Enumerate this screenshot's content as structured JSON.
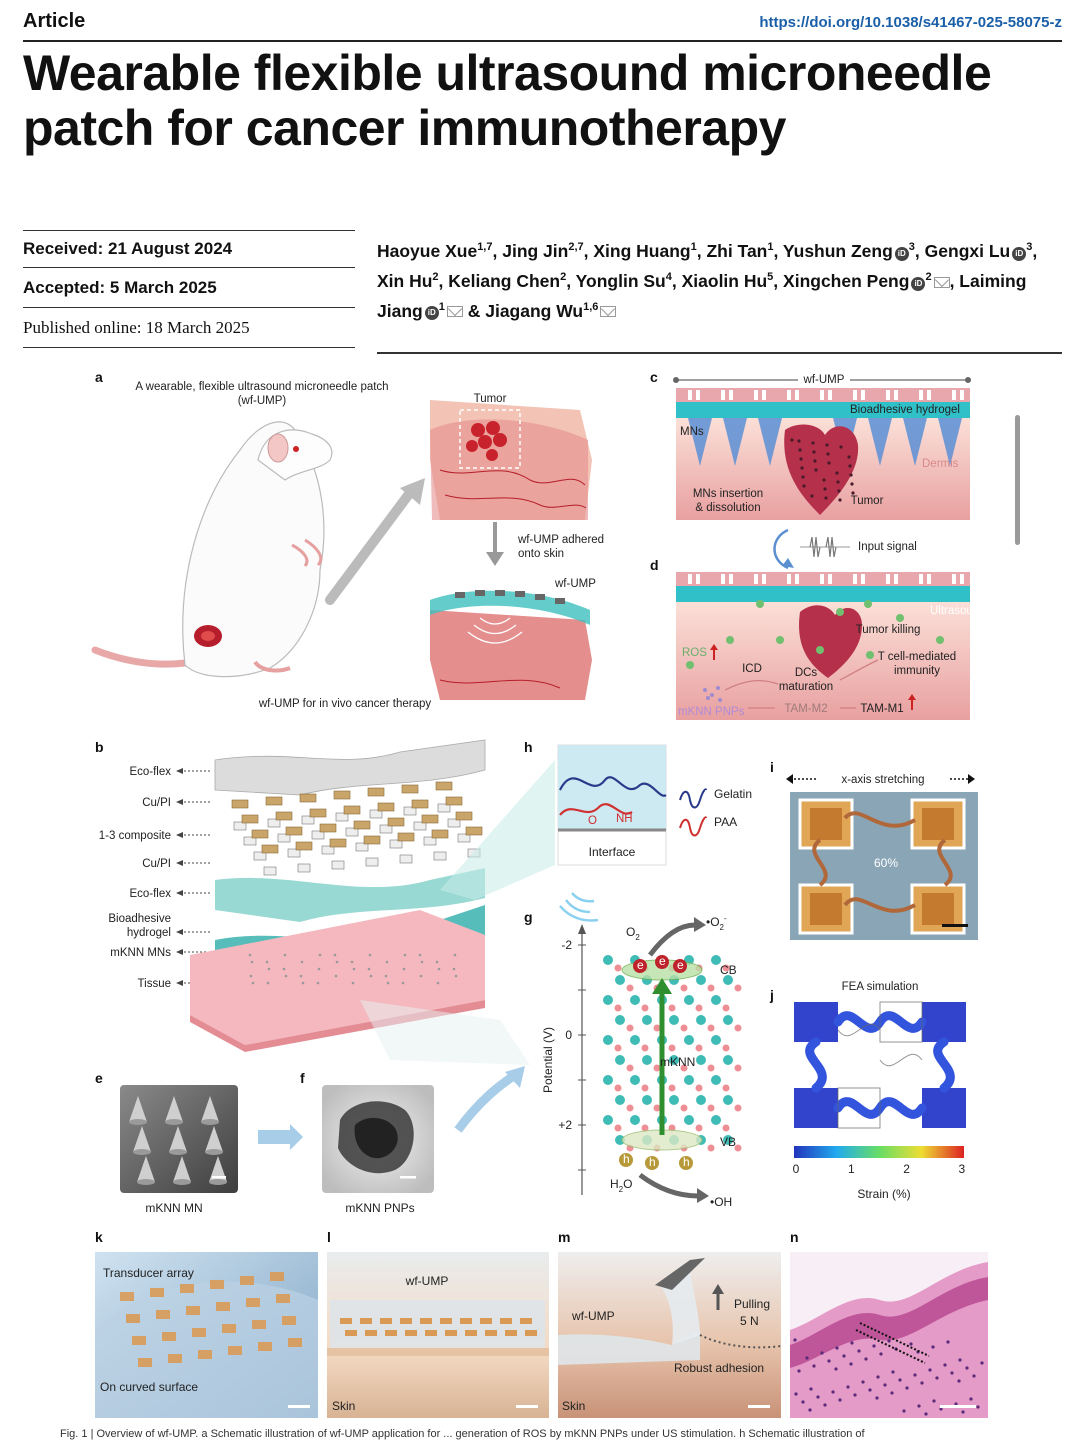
{
  "header": {
    "section": "Article",
    "doi": "https://doi.org/10.1038/s41467-025-58075-z"
  },
  "title": "Wearable flexible ultrasound microneedle patch for cancer immunotherapy",
  "dates": {
    "received": "Received: 21 August 2024",
    "accepted": "Accepted: 5 March 2025",
    "published": "Published online: 18 March 2025"
  },
  "authors": [
    {
      "name": "Haoyue Xue",
      "aff": "1,7"
    },
    {
      "name": "Jing Jin",
      "aff": "2,7"
    },
    {
      "name": "Xing Huang",
      "aff": "1"
    },
    {
      "name": "Zhi Tan",
      "aff": "1"
    },
    {
      "name": "Yushun Zeng",
      "aff": "3",
      "orcid": true
    },
    {
      "name": "Gengxi Lu",
      "aff": "3",
      "orcid": true
    },
    {
      "name": "Xin Hu",
      "aff": "2"
    },
    {
      "name": "Keliang Chen",
      "aff": "2"
    },
    {
      "name": "Yonglin Su",
      "aff": "4"
    },
    {
      "name": "Xiaolin Hu",
      "aff": "5"
    },
    {
      "name": "Xingchen Peng",
      "aff": "2",
      "orcid": true,
      "mail": true
    },
    {
      "name": "Laiming Jiang",
      "aff": "1",
      "orcid": true,
      "mail": true
    },
    {
      "name": "Jiagang Wu",
      "aff": "1,6",
      "mail": true
    }
  ],
  "orcid_glyph": "iD",
  "figure": {
    "a": {
      "label": "a",
      "title": "A wearable, flexible ultrasound microneedle patch",
      "title2": "(wf-UMP)",
      "tumor": "Tumor",
      "adhered": "wf-UMP adhered",
      "adhered2": "onto skin",
      "wfump": "wf-UMP",
      "bottom": "wf-UMP for in vivo cancer therapy"
    },
    "b": {
      "label": "b",
      "layers": [
        "Eco-flex",
        "Cu/PI",
        "1-3 composite",
        "Cu/PI",
        "Eco-flex",
        "Bioadhesive",
        "hydrogel",
        "mKNN MNs",
        "Tissue"
      ]
    },
    "c": {
      "label": "c",
      "wfump": "wf-UMP",
      "hydrogel": "Bioadhesive hydrogel",
      "mns": "MNs",
      "dermis": "Dermis",
      "insertion": "MNs insertion",
      "dissolution": "& dissolution",
      "tumor": "Tumor",
      "input": "Input signal"
    },
    "d": {
      "label": "d",
      "ultrasound": "Ultrasound",
      "killing": "Tumor killing",
      "ros": "ROS",
      "tcell": "T cell-mediated",
      "immunity": "immunity",
      "icd": "ICD",
      "dcs": "DCs",
      "maturation": "maturation",
      "pnps": "mKNN PNPs",
      "m2": "TAM-M2",
      "m1": "TAM-M1"
    },
    "e": {
      "label": "e",
      "caption": "mKNN MN"
    },
    "f": {
      "label": "f",
      "caption": "mKNN PNPs"
    },
    "g": {
      "label": "g",
      "ylabel": "Potential (V)",
      "ticks": [
        "-2",
        "0",
        "+2"
      ],
      "o2": "O",
      "o2_sub": "2",
      "o2rad": "•O",
      "o2rad_sub": "2",
      "o2rad_sup": "-",
      "cb": "CB",
      "vb": "VB",
      "material": "mKNN",
      "electron": "e",
      "hole": "h",
      "h2o": "H",
      "h2o_sub": "2",
      "h2o_end": "O",
      "oh": "•OH"
    },
    "h": {
      "label": "h",
      "nh": "NH",
      "o": "O",
      "interface": "Interface",
      "gelatin": "Gelatin",
      "paa": "PAA"
    },
    "i": {
      "label": "i",
      "title": "x-axis stretching",
      "pct": "60%"
    },
    "j": {
      "label": "j",
      "title": "FEA simulation",
      "ticks": [
        "0",
        "1",
        "2",
        "3"
      ],
      "xlabel": "Strain (%)"
    },
    "k": {
      "label": "k",
      "top": "Transducer array",
      "bottom": "On curved surface"
    },
    "l": {
      "label": "l",
      "top": "wf-UMP",
      "bottom": "Skin"
    },
    "m": {
      "label": "m",
      "wfump": "wf-UMP",
      "pulling": "Pulling",
      "force": "5 N",
      "adhesion": "Robust adhesion",
      "skin": "Skin"
    },
    "n": {
      "label": "n"
    }
  },
  "caption": "Fig. 1 | Overview of wf-UMP. a Schematic illustration of wf-UMP application for ... generation of ROS by mKNN PNPs under US stimulation. h Schematic illustration of"
}
